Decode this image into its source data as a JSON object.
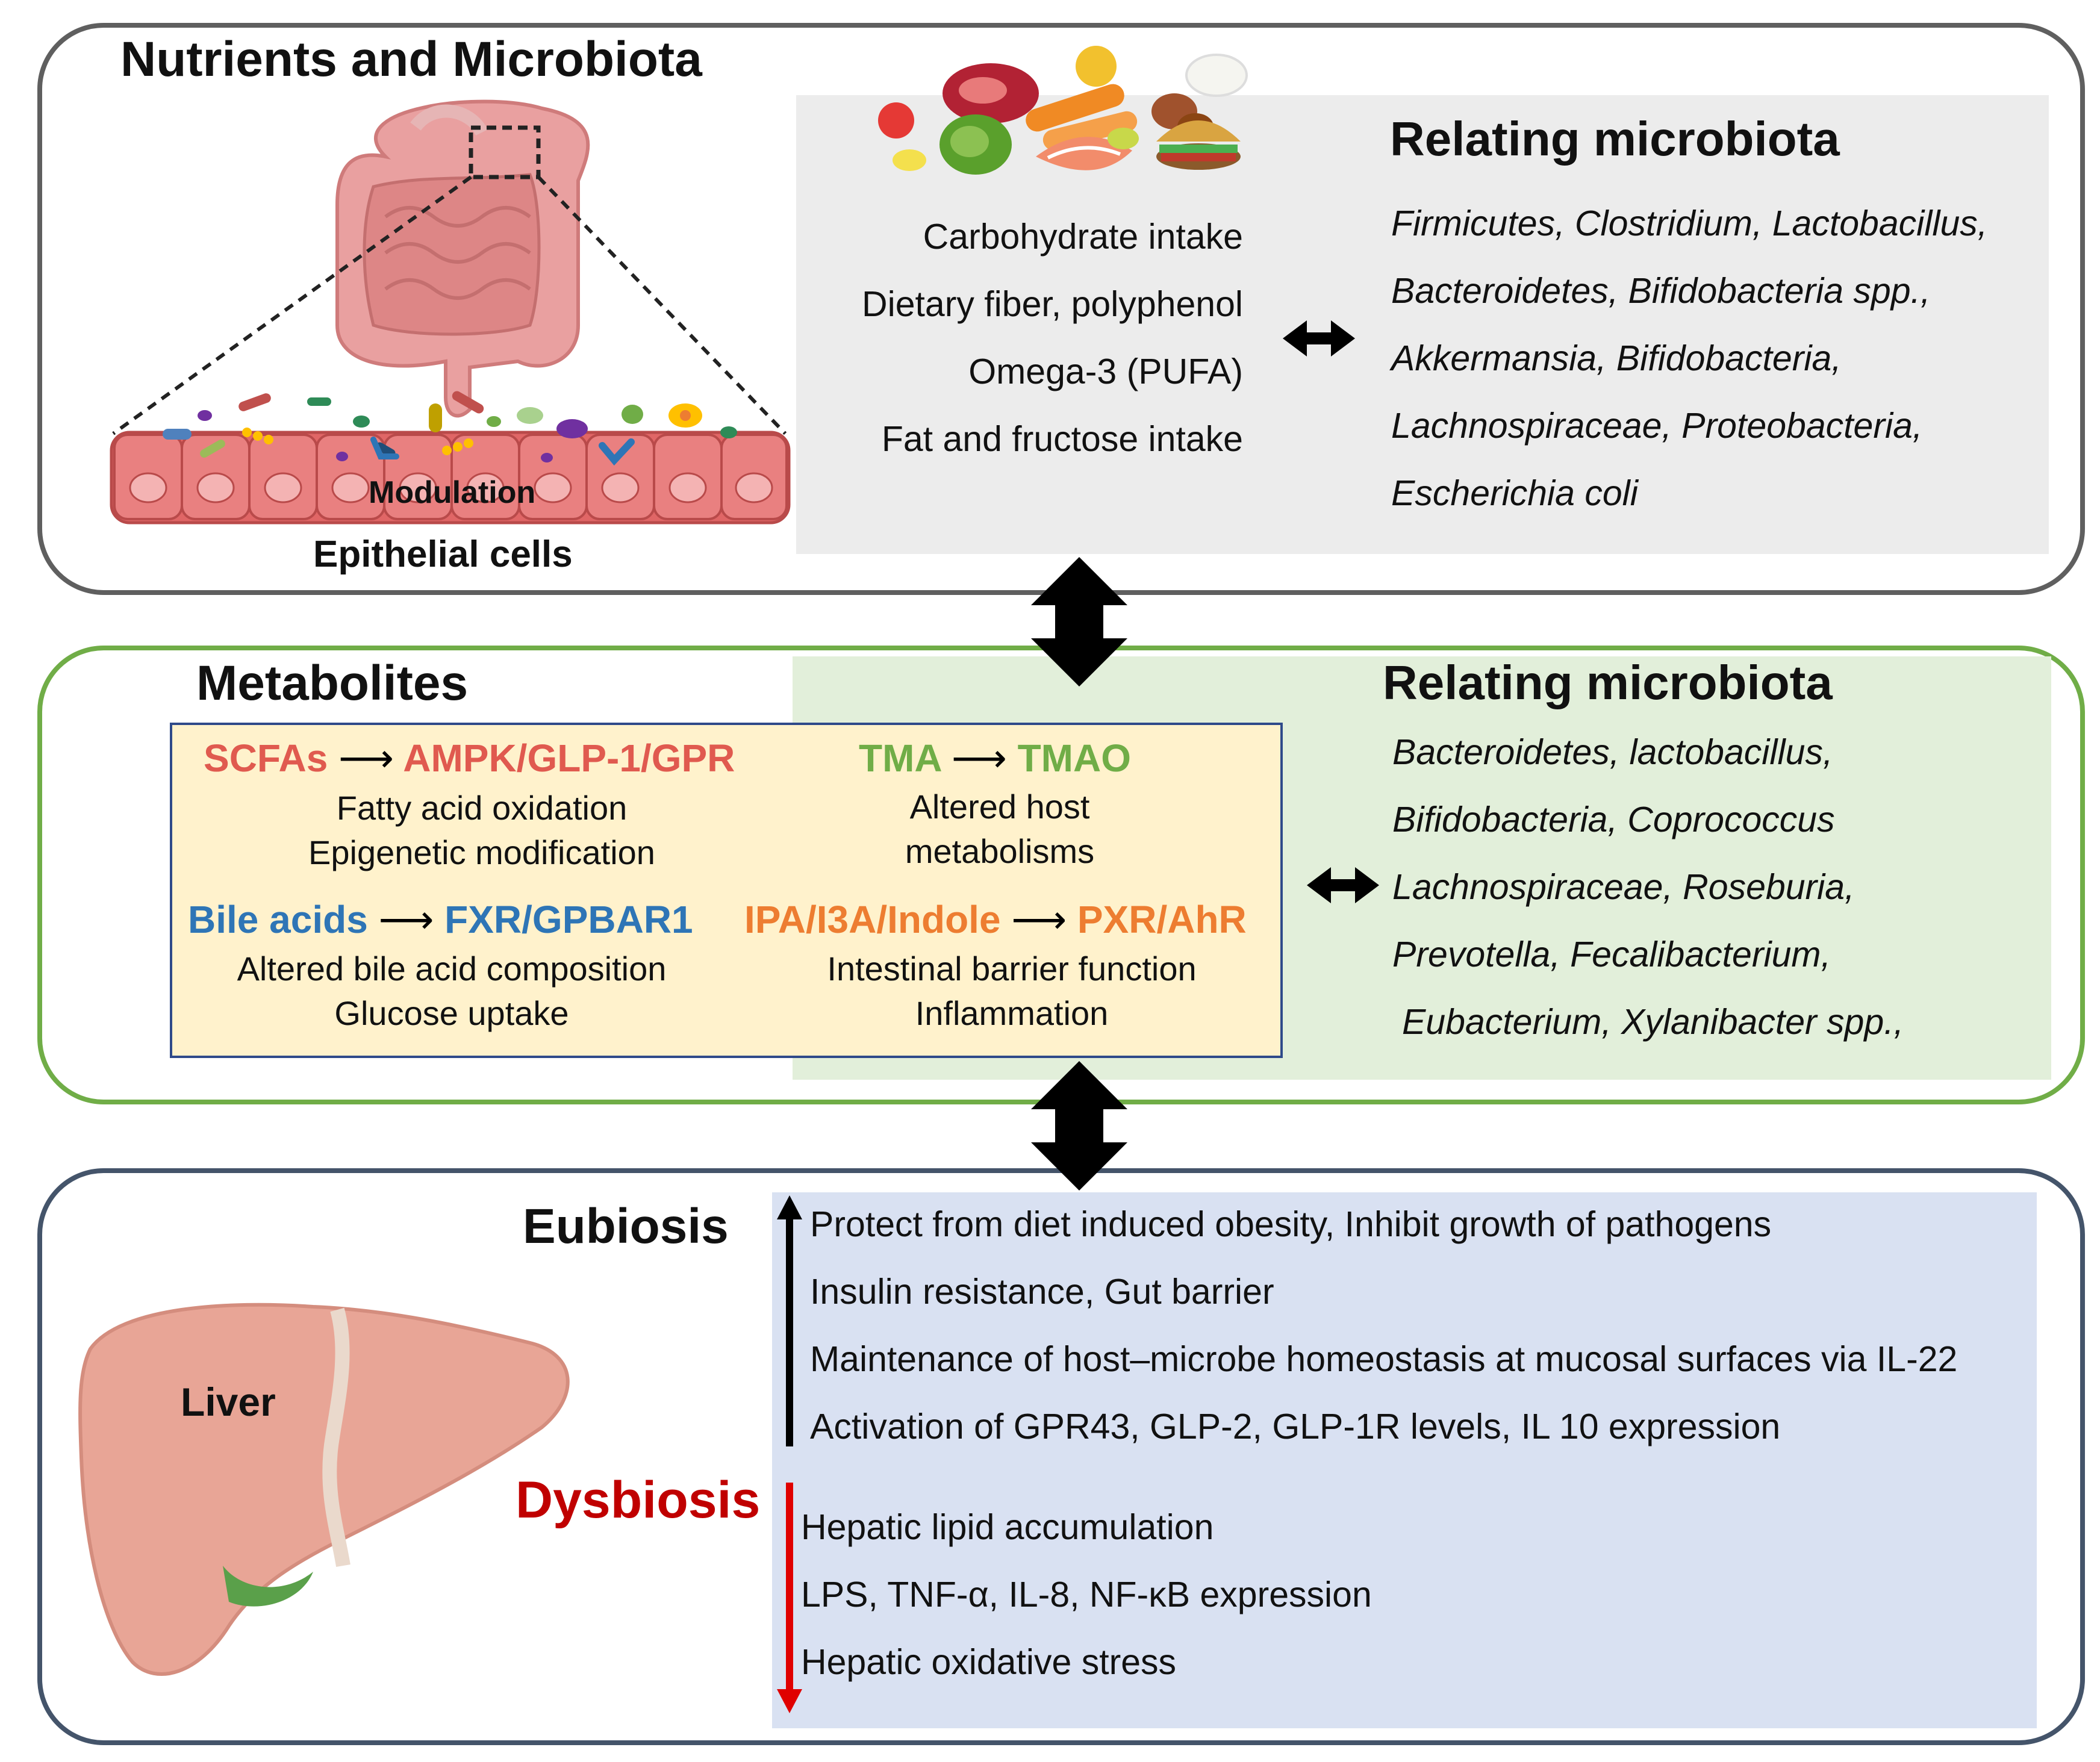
{
  "colors": {
    "panel_border_top": "#5f5f5f",
    "panel_border_mid": "#70ad47",
    "panel_border_bottom": "#44546a",
    "gray_box": "#ececec",
    "green_box": "#e2efda",
    "yellow_box": "#fff2cc",
    "blue_box": "#d9e1f2",
    "red": "#c00000",
    "scfa": "#e05a4f",
    "tma": "#70ad47",
    "bile": "#2e75b6",
    "ipa": "#ed7d31"
  },
  "nutrients_panel": {
    "title": "Nutrients and Microbiota",
    "modulation_label": "Modulation",
    "epithelial_label": "Epithelial cells",
    "intake_items": [
      "Carbohydrate intake",
      "Dietary fiber, polyphenol",
      "Omega-3 (PUFA)",
      "Fat and fructose intake"
    ],
    "relating_title": "Relating microbiota",
    "microbiota_lines": [
      "Firmicutes, Clostridium, Lactobacillus,",
      "Bacteroidetes, Bifidobacteria spp.,",
      "Akkermansia, Bifidobacteria,",
      "Lachnospiraceae, Proteobacteria,",
      "Escherichia coli"
    ],
    "food_icon": "food-collage-icon",
    "intestine_icon": "intestine-icon"
  },
  "metabolites_panel": {
    "title": "Metabolites",
    "arrow_glyph": "⟶",
    "pathways": [
      {
        "from": "SCFAs",
        "to": "AMPK/GLP-1/GPR",
        "effects": [
          "Fatty acid oxidation",
          "Epigenetic modification"
        ]
      },
      {
        "from": "TMA",
        "to": "TMAO",
        "effects": [
          "Altered host",
          "metabolisms"
        ]
      },
      {
        "from": "Bile acids",
        "to": "FXR/GPBAR1",
        "effects": [
          "Altered bile acid composition",
          "Glucose uptake"
        ]
      },
      {
        "from": "IPA/I3A/Indole",
        "to": "PXR/AhR",
        "effects": [
          "Intestinal barrier function",
          "Inflammation"
        ]
      }
    ],
    "relating_title": "Relating microbiota",
    "microbiota_lines": [
      "Bacteroidetes, lactobacillus,",
      "Bifidobacteria, Coprococcus",
      "Lachnospiraceae, Roseburia,",
      "Prevotella, Fecalibacterium,",
      "Eubacterium, Xylanibacter spp.,"
    ]
  },
  "liver_panel": {
    "liver_label": "Liver",
    "liver_icon": "liver-icon",
    "eubiosis_label": "Eubiosis",
    "eubiosis_items": [
      "Protect from diet induced obesity, Inhibit growth of pathogens",
      "Insulin resistance, Gut barrier",
      "Maintenance of host–microbe homeostasis at mucosal surfaces via IL-22",
      "Activation of GPR43, GLP-2, GLP-1R levels, IL 10 expression"
    ],
    "dysbiosis_label": "Dysbiosis",
    "dysbiosis_items": [
      "Hepatic lipid accumulation",
      "LPS, TNF-α, IL-8, NF-κB expression",
      "Hepatic oxidative stress"
    ]
  }
}
